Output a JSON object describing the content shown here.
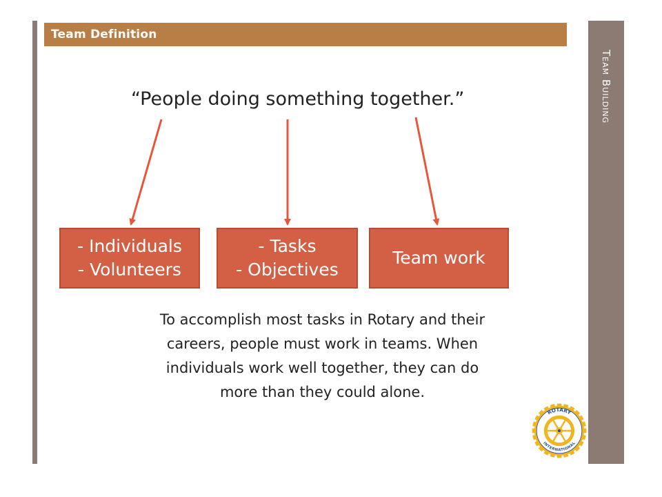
{
  "header": {
    "title": "Team Definition"
  },
  "side_panel": {
    "title": "Team Building"
  },
  "quote": "“People doing something together.”",
  "boxes": [
    {
      "line1": "- Individuals",
      "line2": "- Volunteers"
    },
    {
      "line1": "- Tasks",
      "line2": "- Objectives"
    },
    {
      "line1": "Team work"
    }
  ],
  "body_text": "To accomplish most tasks in Rotary and their careers, people must work in teams. When individuals work well together, they can do more than they could alone.",
  "logo": {
    "top_text": "ROTARY",
    "bottom_text": "INTERNATIONAL",
    "icon": "rotary-wheel-icon"
  },
  "colors": {
    "header_bar": "#b97d46",
    "side_panel": "#8c7b73",
    "box_fill": "#d35f45",
    "arrow": "#e8553a",
    "logo_gold": "#f2b51f",
    "logo_blue": "#1f4e9a"
  }
}
